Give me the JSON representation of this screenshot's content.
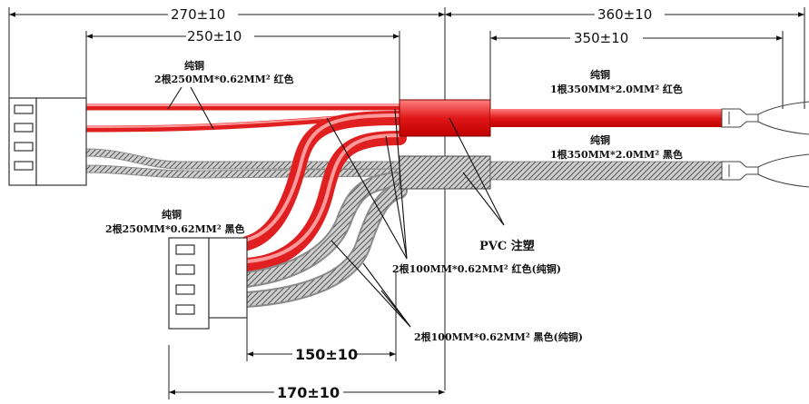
{
  "dimensions": {
    "overall_left": "270±10",
    "inner_left": "250±10",
    "overall_right": "360±10",
    "inner_right": "350±10",
    "short_lead": "150±10",
    "mid_lead": "170±10"
  },
  "labels": {
    "top_left_material": "纯铜",
    "top_left_spec": "2根250MM*0.62MM² 红色",
    "right_red_material": "纯铜",
    "right_red_spec": "1根350MM*2.0MM² 红色",
    "right_black_material": "纯铜",
    "right_black_spec": "1根350MM*2.0MM² 黑色",
    "left_black_material": "纯铜",
    "left_black_spec": "2根250MM*0.62MM² 黑色",
    "pvc_label": "PVC 注塑",
    "branch_red_spec": "2根100MM*0.62MM² 红色(纯铜)",
    "branch_black_spec": "2根100MM*0.62MM² 黑色(纯铜)"
  },
  "colors": {
    "wire_red": "#e02020",
    "wire_red_highlight": "#ff9a9a",
    "wire_black_braid": "#8a8a8a",
    "pvc_molding": "#e83030"
  }
}
